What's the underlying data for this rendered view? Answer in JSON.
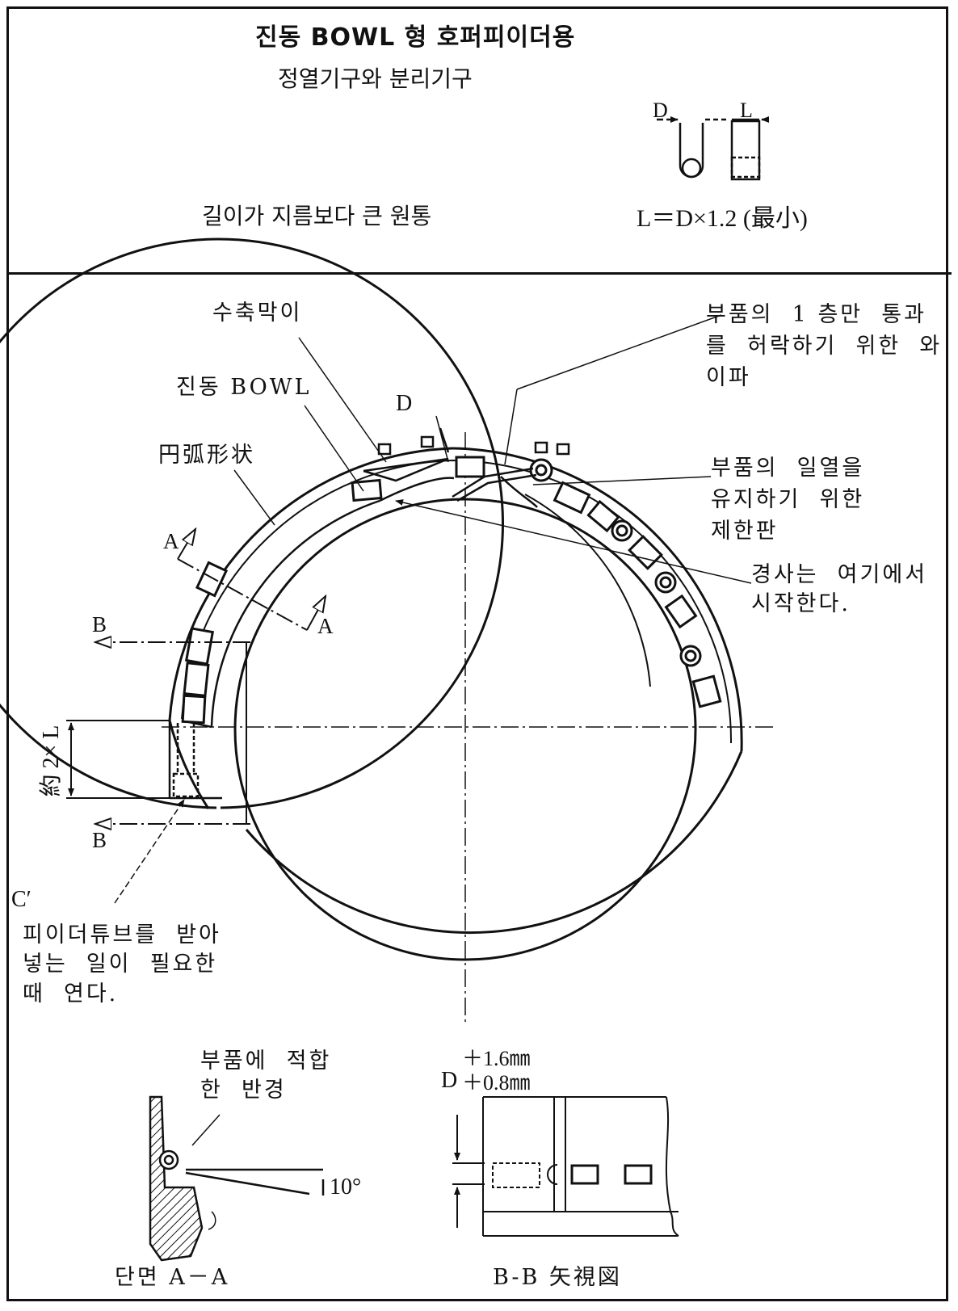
{
  "header": {
    "title": "진동 BOWL 형  호퍼피이더용",
    "subtitle": "정열기구와 분리기구"
  },
  "top_section": {
    "cylinder_caption": "길이가 지름보다 큰 원통",
    "dimension_d": "D",
    "dimension_l": "L",
    "formula": "L＝D×1.2 (最小)"
  },
  "main_labels": {
    "shrink_stop": "수축막이",
    "vibrating_bowl": "진동 BOWL",
    "arc_shape": "円弧形状",
    "d_mark": "D",
    "wiper": "부품의  1 층만  통과\n를  허락하기  위한  와\n이파",
    "restriction_plate": "부품의  일열을\n유지하기  위한\n제한판",
    "slope_start": "경사는  여기에서\n시작한다.",
    "section_a_top": "A",
    "section_a_bottom": "A",
    "section_b_top": "B",
    "section_b_bottom": "B",
    "approx_length": "約 2× L",
    "c_prime": "C′",
    "feeder_tube_note": "피이더튜브를  받아\n넣는  일이  필요한\n때  연다."
  },
  "section_aa": {
    "radius_note": "부품에  적합\n한  반경",
    "angle": "10°",
    "caption": "단면 A－A"
  },
  "section_bb": {
    "tolerance_label": "D",
    "tolerance_upper": "＋1.6㎜",
    "tolerance_lower": "＋0.8㎜",
    "caption": "B-B 矢視図"
  }
}
